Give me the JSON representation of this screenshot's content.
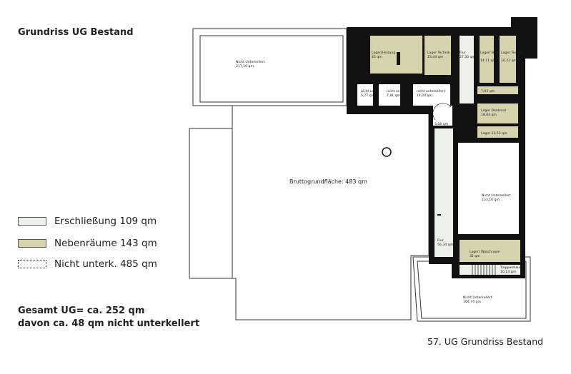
{
  "title": "Grundriss UG Bestand",
  "legend": [
    {
      "label": "Erschließung 109 qm",
      "color": "#eef0ec",
      "style": "solid"
    },
    {
      "label": "Nebenräume 143 qm",
      "color": "#d6d3ae",
      "style": "solid"
    },
    {
      "label": "Nicht unterk.  485 qm",
      "color": "#ffffff",
      "style": "dotted"
    }
  ],
  "totals": {
    "line1": "Gesamt UG=  ca. 252  qm",
    "line2": "davon ca. 48 qm nicht unterkellert"
  },
  "caption": "57.  UG Grundriss Bestand",
  "colors": {
    "wall": "#111111",
    "circulation": "#eef0ec",
    "storage": "#d6d3ae"
  },
  "rooms": {
    "nicht_unterkellert_top": {
      "name": "Nicht Unterkellert",
      "area": "217,19 qm"
    },
    "brutto": {
      "name": "Bruttogrundfläche: 483 qm"
    },
    "lager_heizung": {
      "name": "Lager/Heizung",
      "area": "45 qm"
    },
    "lager_technik": {
      "name": "Lager Technik",
      "area": "23,44 qm"
    },
    "flur_top": {
      "name": "Flur",
      "area": "27,30 qm"
    },
    "lager_bilder": {
      "name": "Lager/ Bilder",
      "area": "14,11 qm"
    },
    "lager_technik2": {
      "name": "Lager Technik",
      "area": "16,22 qm"
    },
    "nicht_unt_1": {
      "name": "nicht unt.",
      "area": "5,77 qm"
    },
    "nicht_unt_2": {
      "name": "nicht unt.",
      "area": "7,81 qm"
    },
    "nicht_unt_3": {
      "name": "nicht unterkellert",
      "area": "14,20 qm"
    },
    "room_7": {
      "area": "7,03 qm"
    },
    "lager_denkmal": {
      "name": "Lager Denkmal",
      "area": "18,64 qm"
    },
    "lager_1353": {
      "name": "Lager 13,53 qm"
    },
    "stair": {
      "area": "5,58 qm"
    },
    "nicht_unterkellert_right": {
      "name": "Nicht Unterkellert",
      "area": "133,16 qm"
    },
    "flur": {
      "name": "Flur",
      "area": "56,34 qm"
    },
    "lager_waschraum": {
      "name": "Lager/ Waschraum",
      "area": "32 qm"
    },
    "treppenhaus": {
      "name": "Treppenhaus",
      "area": "10,14 qm"
    },
    "nicht_unterkellert_bottom": {
      "name": "Nicht Unterkellert",
      "area": "104,74 qm"
    }
  }
}
